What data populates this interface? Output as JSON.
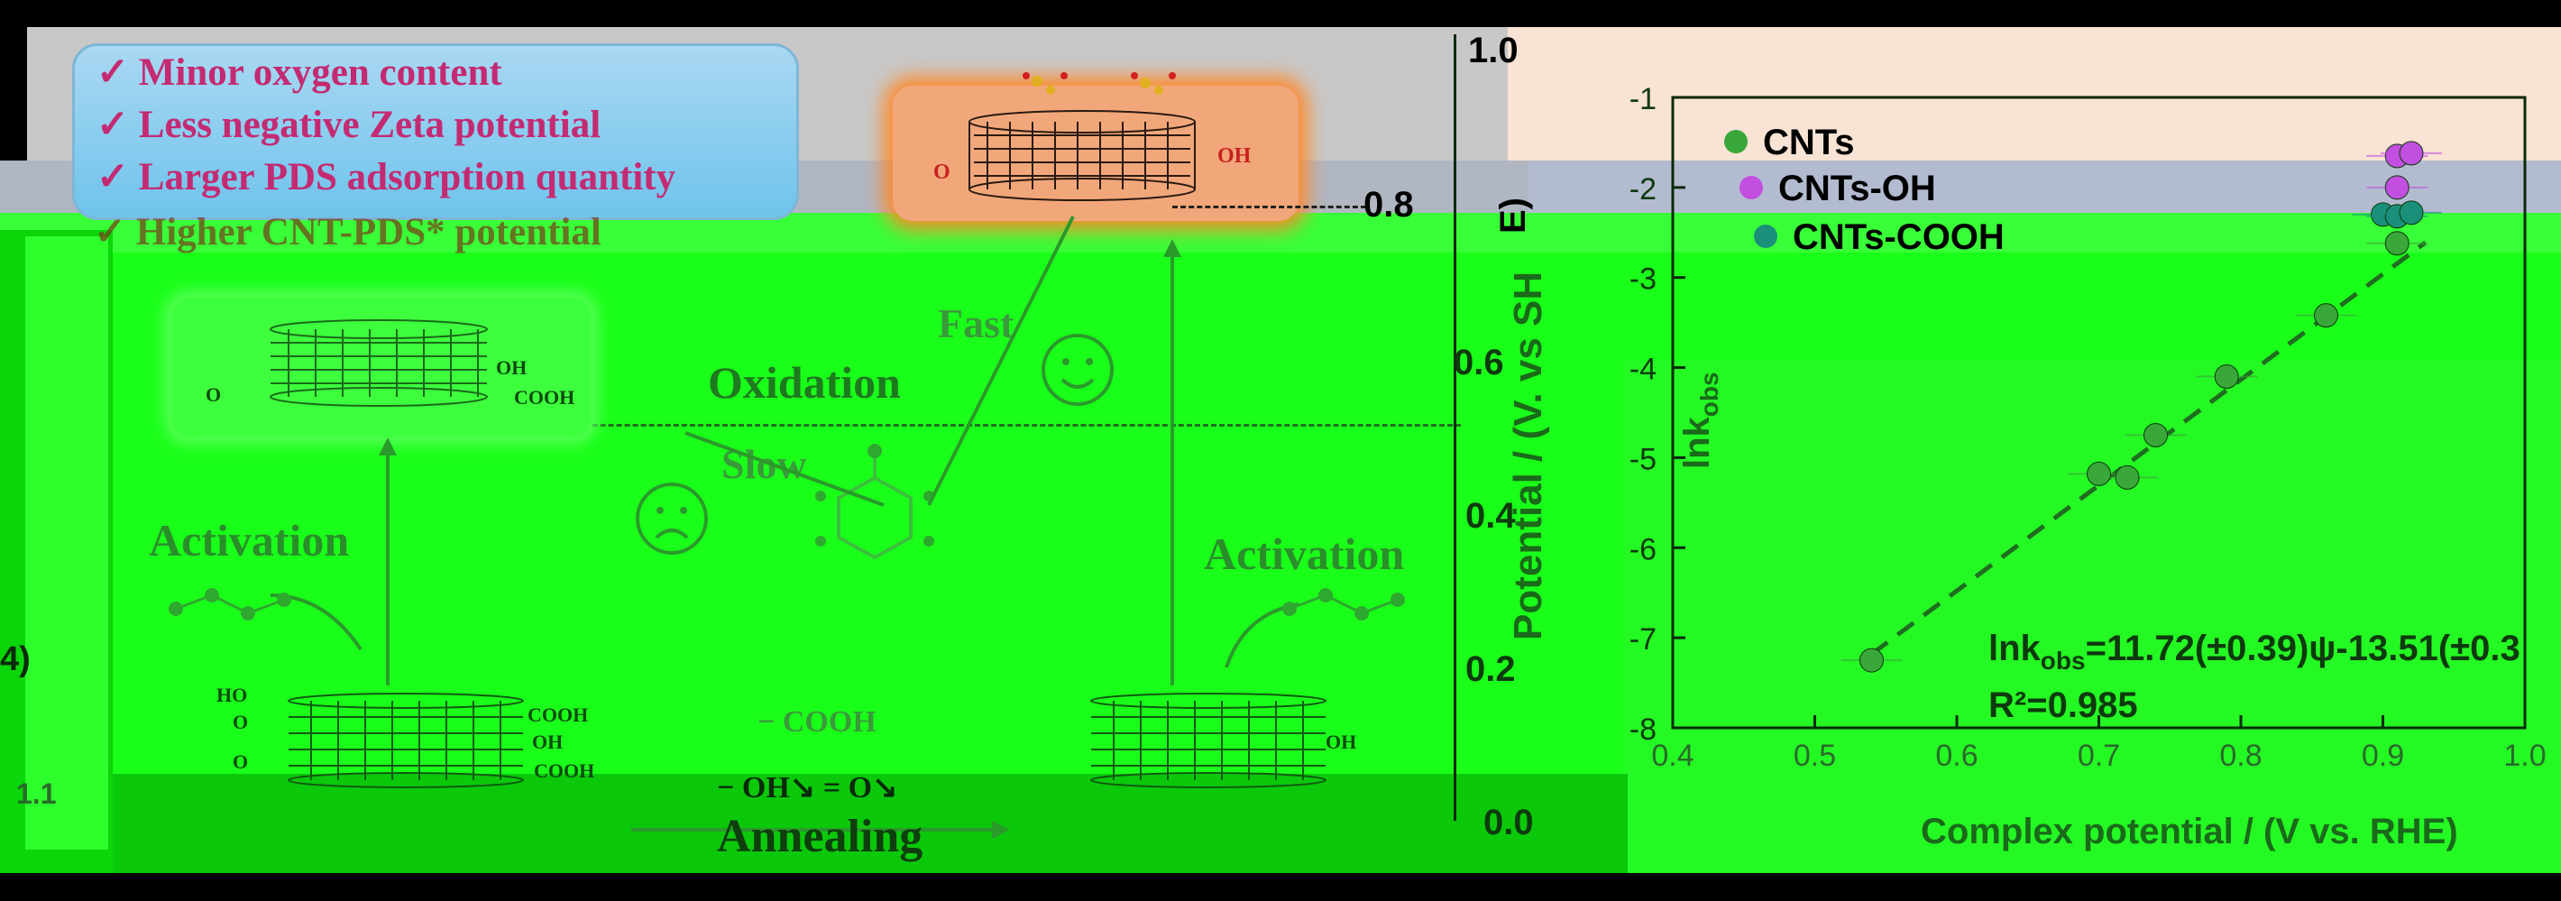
{
  "checklist": {
    "items": [
      "Minor oxygen content",
      "Less negative Zeta potential",
      "Larger PDS adsorption quantity",
      "Higher CNT-PDS* potential"
    ]
  },
  "diagram": {
    "fast": "Fast",
    "slow": "Slow",
    "oxidation": "Oxidation",
    "activation_left": "Activation",
    "activation_right": "Activation",
    "annealing": "Annealing",
    "groups_removed": "− OH",
    "groups_eq": "= O",
    "cooh_removed": "− COOH",
    "label_o": "O",
    "label_oh": "OH",
    "label_cooh": "COOH",
    "label_ho": "HO"
  },
  "potential_axis": {
    "label": "Potential / (V vs. SHE)",
    "label_visible": "Potential / (V. vs SH",
    "label_top": "E)",
    "ticks": [
      "1.0",
      "0.8",
      "0.6",
      "0.4",
      "0.2",
      "0.0"
    ]
  },
  "edge_texts": {
    "left_middle": "4)",
    "left_bottom": "1.1"
  },
  "colors": {
    "green": "#1aff1a",
    "magenta_text": "#c42a72",
    "dashed_line": "#1f6d1f"
  },
  "chart_data": {
    "type": "scatter",
    "xlabel": "Complex potential / (V vs. RHE)",
    "ylabel": "lnkobs",
    "xlim": [
      0.4,
      1.0
    ],
    "ylim": [
      -8,
      -1
    ],
    "xticks": [
      "0.4",
      "0.5",
      "0.6",
      "0.7",
      "0.8",
      "0.9",
      "1.0"
    ],
    "yticks": [
      "-1",
      "-2",
      "-3",
      "-4",
      "-5",
      "-6",
      "-7",
      "-8"
    ],
    "legend": [
      "CNTs",
      "CNTs-OH",
      "CNTs-COOH"
    ],
    "legend_placement": "top-left",
    "series": [
      {
        "name": "CNTs",
        "color": "#3aa73a",
        "x": [
          0.54,
          0.7,
          0.72,
          0.74,
          0.79,
          0.86,
          0.91
        ],
        "y": [
          -7.25,
          -5.18,
          -5.22,
          -4.75,
          -4.1,
          -3.42,
          -2.62
        ]
      },
      {
        "name": "CNTs-OH",
        "color": "#c24fe0",
        "x": [
          0.91,
          0.92,
          0.91
        ],
        "y": [
          -1.65,
          -1.62,
          -2.0
        ]
      },
      {
        "name": "CNTs-COOH",
        "color": "#1a8f7a",
        "x": [
          0.9,
          0.91,
          0.92
        ],
        "y": [
          -2.3,
          -2.32,
          -2.28
        ]
      }
    ],
    "fit": {
      "slope": 11.72,
      "intercept": -13.51
    },
    "equation_prefix": "lnk",
    "equation_sub": "obs",
    "equation_rest": "=11.72(±0.39)ψ-13.51(±0.3",
    "r2": "R²=0.985"
  }
}
